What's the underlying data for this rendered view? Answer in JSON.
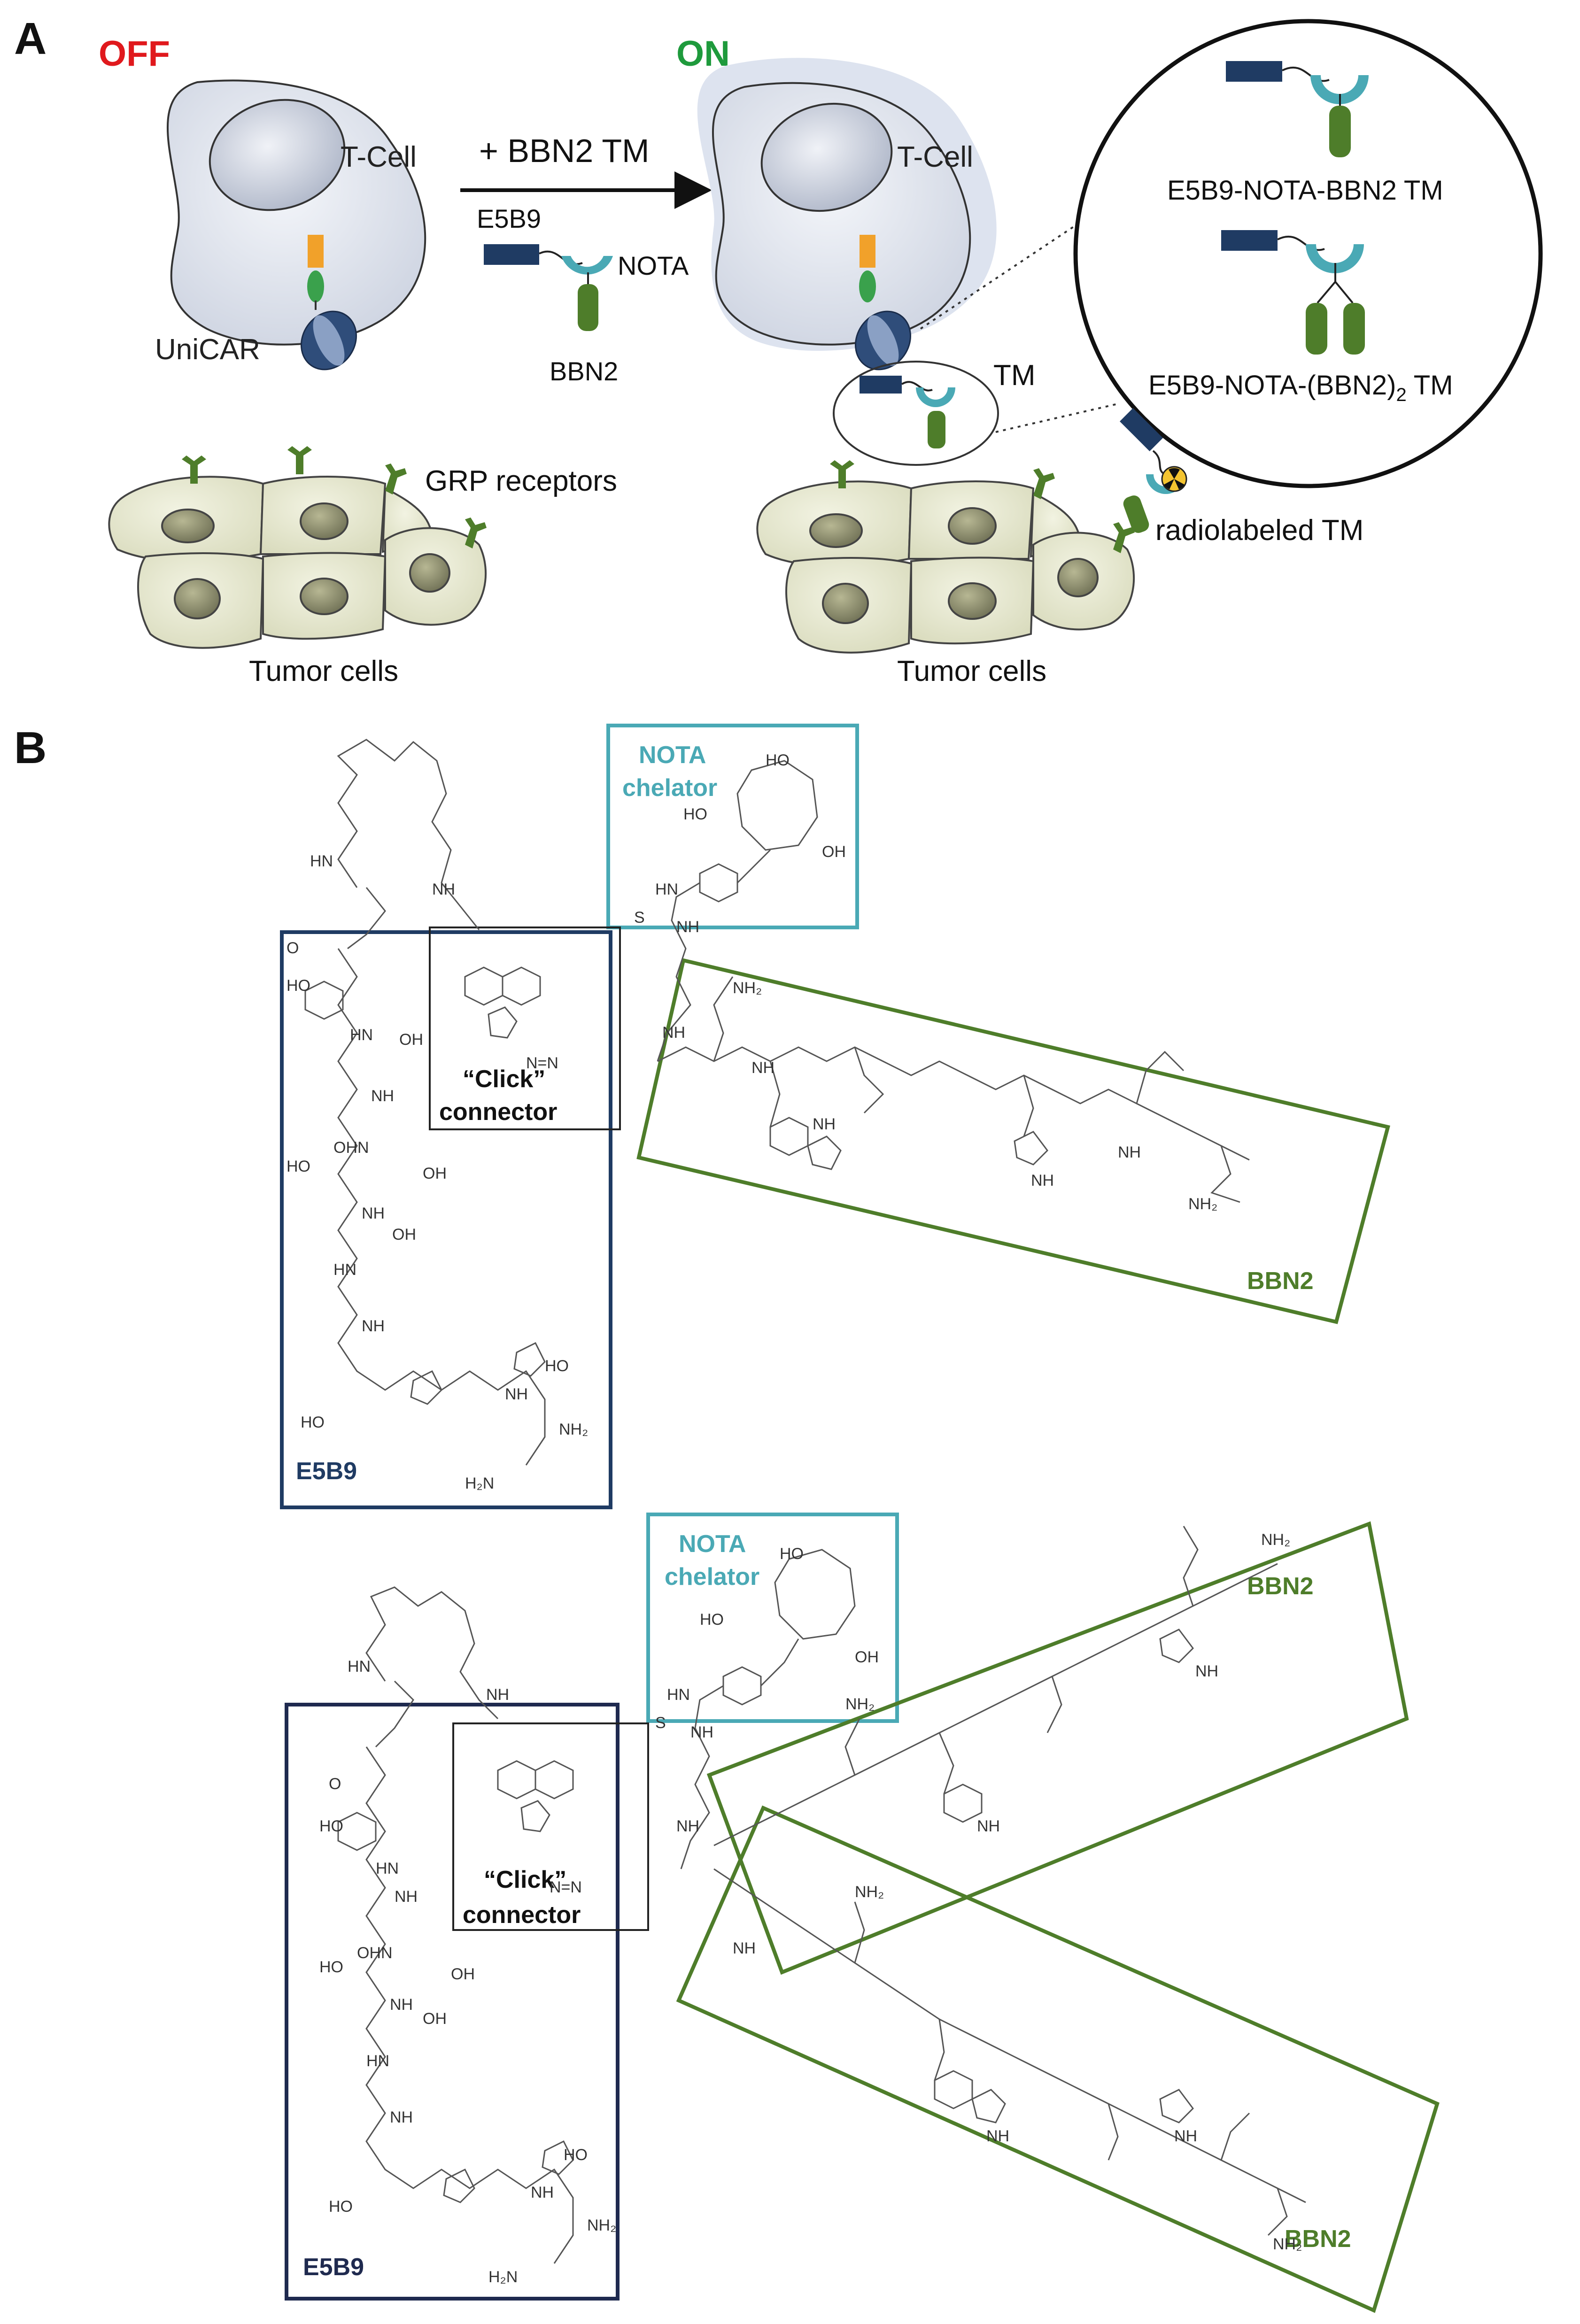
{
  "panels": {
    "a": "A",
    "b": "B"
  },
  "state": {
    "off": "OFF",
    "on": "ON"
  },
  "colors": {
    "off": "#e0191d",
    "on": "#1e9a3c",
    "teal": "#4aa9b5",
    "navy": "#1f3b63",
    "green": "#4e7d2a",
    "orange": "#f1a12a",
    "cell_fill": "#dfe3ec",
    "tumor_fill": "#e6e7cf"
  },
  "labels": {
    "tcell_left": "T-Cell",
    "tcell_right": "T-Cell",
    "arrow_label": "+ BBN2 TM",
    "e5b9": "E5B9",
    "nota": "NOTA",
    "bbn2": "BBN2",
    "unicar": "UniCAR",
    "grp": "GRP receptors",
    "tumor_left": "Tumor cells",
    "tumor_right": "Tumor cells",
    "tm": "TM",
    "radiolabeled": "radiolabeled TM",
    "inset_top": "E5B9-NOTA-BBN2 TM",
    "inset_bottom_pre": "E5B9-NOTA-(BBN2)",
    "inset_bottom_sub": "2",
    "inset_bottom_post": " TM"
  },
  "structures": [
    {
      "nota_line1": "NOTA",
      "nota_line2": "chelator",
      "click_line1": "“Click”",
      "click_line2": "connector",
      "e5b9": "E5B9",
      "bbn2": "BBN2"
    },
    {
      "nota_line1": "NOTA",
      "nota_line2": "chelator",
      "click_line1": "“Click”",
      "click_line2": "connector",
      "e5b9": "E5B9",
      "bbn2_a": "BBN2",
      "bbn2_b": "BBN2"
    }
  ],
  "chem": {
    "nh": "NH",
    "hn": "HN",
    "o": "O",
    "oh": "OH",
    "ho": "HO",
    "nh2": "NH₂",
    "h2n": "H₂N",
    "n": "N",
    "s": "S",
    "hooc": "HO",
    "nn": "N=N",
    "ohn": "OHN"
  }
}
